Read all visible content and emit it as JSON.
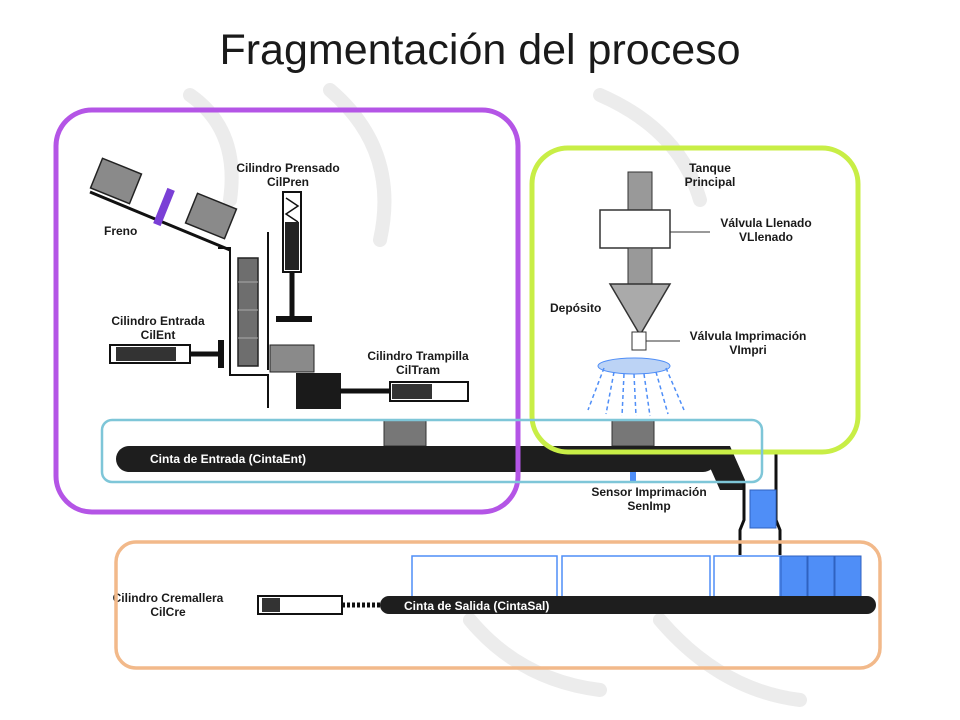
{
  "title": "Fragmentación del proceso",
  "colors": {
    "zone_feed": "#b455e6",
    "zone_fill": "#c8ee46",
    "zone_entry_belt": "#7ec6d8",
    "zone_exit": "#f2b98a",
    "belt": "#1e1e1e",
    "box_gray": "#8a8a8a",
    "accent_blue": "#4f8ef7",
    "brake": "#7a3fd6"
  },
  "labels": {
    "freno": "Freno",
    "cil_prensado_name": "Cilindro Prensado",
    "cil_prensado_code": "CilPren",
    "cil_entrada_name": "Cilindro Entrada",
    "cil_entrada_code": "CilEnt",
    "cil_trampilla_name": "Cilindro Trampilla",
    "cil_trampilla_code": "CilTram",
    "tanque_l1": "Tanque",
    "tanque_l2": "Principal",
    "valv_llenado_name": "Válvula Llenado",
    "valv_llenado_code": "VLlenado",
    "deposito": "Depósito",
    "valv_impr_name": "Válvula Imprimación",
    "valv_impr_code": "VImpri",
    "cinta_entrada": "Cinta de Entrada (CintaEnt)",
    "sensor_name": "Sensor Imprimación",
    "sensor_code": "SenImp",
    "cil_cremallera_name": "Cilindro Cremallera",
    "cil_cremallera_code": "CilCre",
    "cinta_salida": "Cinta de Salida (CintaSal)"
  }
}
